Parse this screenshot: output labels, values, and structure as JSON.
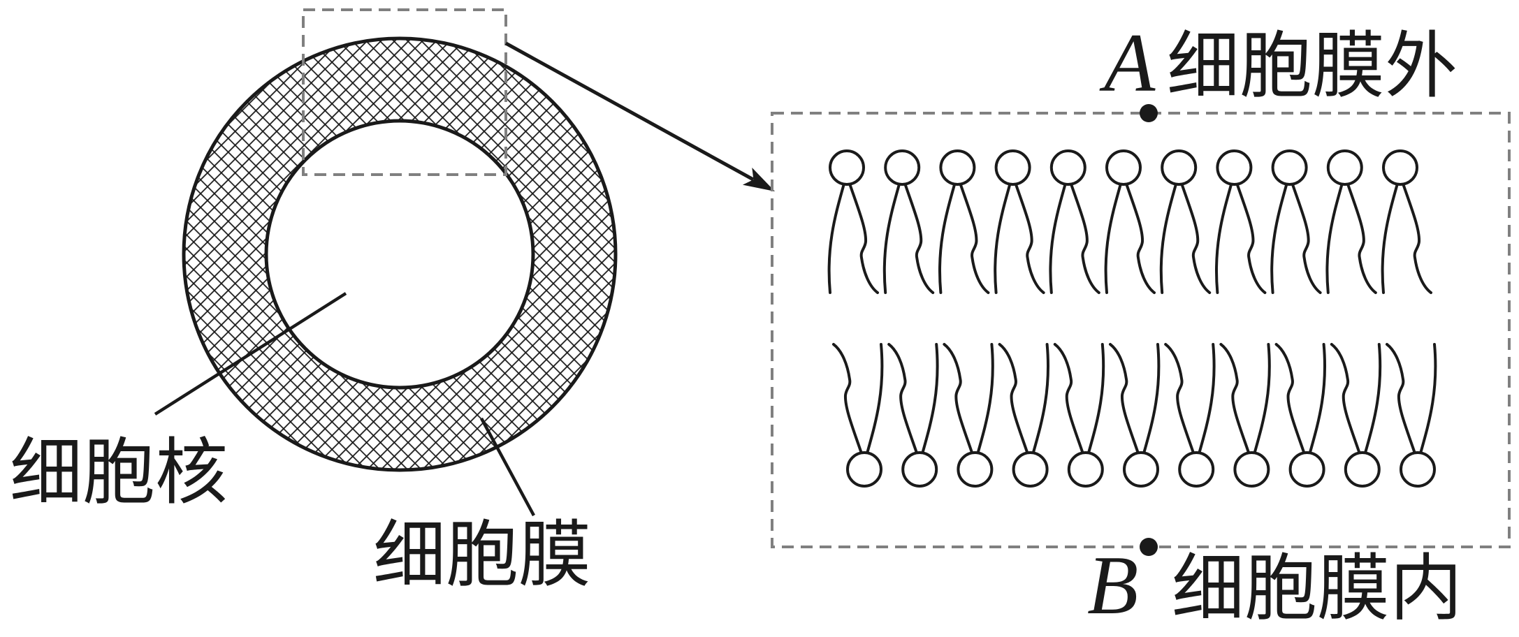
{
  "labels": {
    "nucleus": "细胞核",
    "membrane": "细胞膜",
    "outside_letter": "A",
    "outside_text": "细胞膜外",
    "inside_letter": "B",
    "inside_text": "细胞膜内"
  },
  "colors": {
    "line": "#1a1a1a",
    "dashed_frame": "#808080",
    "background": "#ffffff"
  }
}
